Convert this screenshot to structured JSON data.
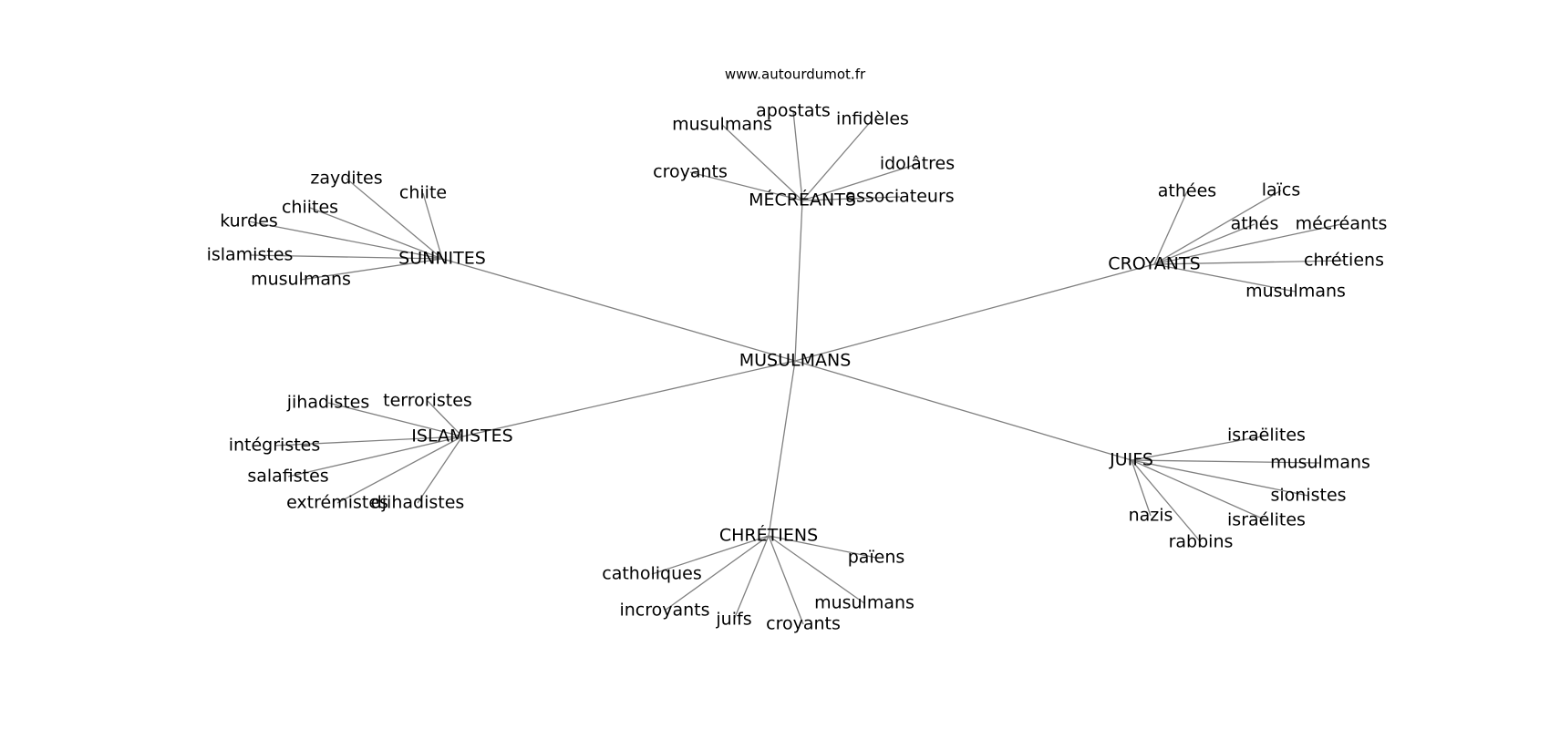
{
  "website": "www.autourdumot.fr",
  "center": "MUSULMANS",
  "clusters": [
    {
      "label": "MÉCRÉANTS",
      "words": [
        "apostats",
        "musulmans",
        "infidèles",
        "croyants",
        "idolâtres",
        "associateurs"
      ]
    },
    {
      "label": "SUNNITES",
      "words": [
        "zaydites",
        "chiite",
        "chiites",
        "kurdes",
        "islamistes",
        "musulmans"
      ]
    },
    {
      "label": "CROYANTS",
      "words": [
        "athées",
        "laïcs",
        "athés",
        "mécréants",
        "chrétiens",
        "musulmans"
      ]
    },
    {
      "label": "ISLAMISTES",
      "words": [
        "jihadistes",
        "terroristes",
        "intégristes",
        "salafistes",
        "extrémistes",
        "djihadistes"
      ]
    },
    {
      "label": "JUIFS",
      "words": [
        "israëlites",
        "musulmans",
        "sionistes",
        "israélites",
        "nazis",
        "rabbins"
      ]
    },
    {
      "label": "CHRÉTIENS",
      "words": [
        "païens",
        "catholiques",
        "incroyants",
        "juifs",
        "croyants",
        "musulmans"
      ]
    }
  ]
}
